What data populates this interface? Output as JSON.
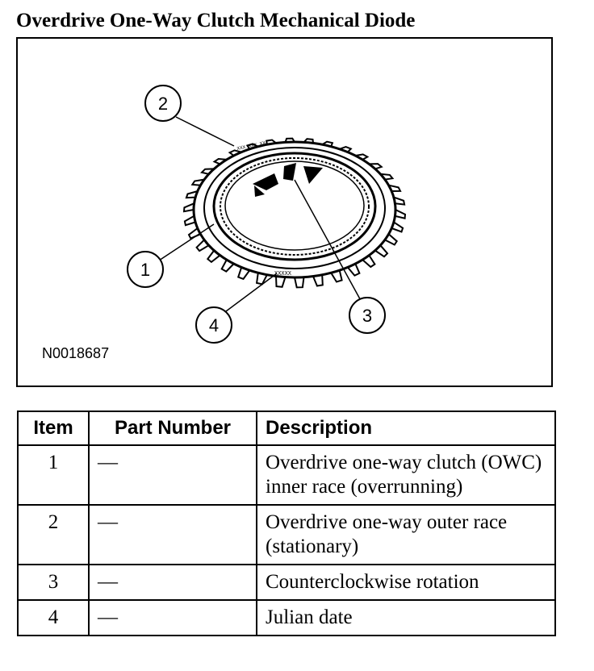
{
  "page": {
    "title": "Overdrive One-Way Clutch Mechanical Diode"
  },
  "figure": {
    "id": "N0018687",
    "callouts": [
      "1",
      "2",
      "3",
      "4"
    ]
  },
  "table": {
    "headers": {
      "item": "Item",
      "part_number": "Part Number",
      "description": "Description"
    },
    "rows": [
      {
        "item": "1",
        "part_number": "—",
        "description": "Overdrive one-way clutch (OWC) inner race (overrunning)"
      },
      {
        "item": "2",
        "part_number": "—",
        "description": "Overdrive one-way outer race (stationary)"
      },
      {
        "item": "3",
        "part_number": "—",
        "description": "Counterclockwise rotation"
      },
      {
        "item": "4",
        "part_number": "—",
        "description": "Julian date"
      }
    ]
  }
}
